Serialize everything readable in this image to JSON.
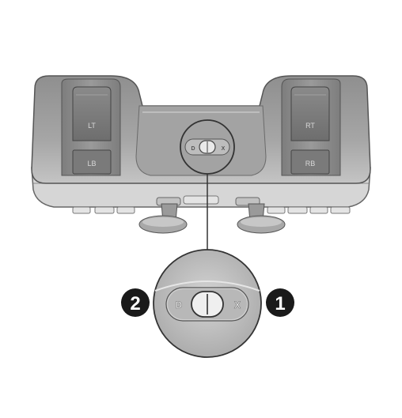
{
  "controller": {
    "lt_label": "LT",
    "lb_label": "LB",
    "rt_label": "RT",
    "rb_label": "RB",
    "switch_left_label": "D",
    "switch_right_label": "X"
  },
  "callout": {
    "switch_left_label": "D",
    "switch_right_label": "X",
    "badge_left": "2",
    "badge_right": "1"
  },
  "colors": {
    "body_dark": "#8a8a8a",
    "body_mid": "#b3b3b3",
    "body_light": "#dcdcdc",
    "badge": "#1a1a1a"
  }
}
